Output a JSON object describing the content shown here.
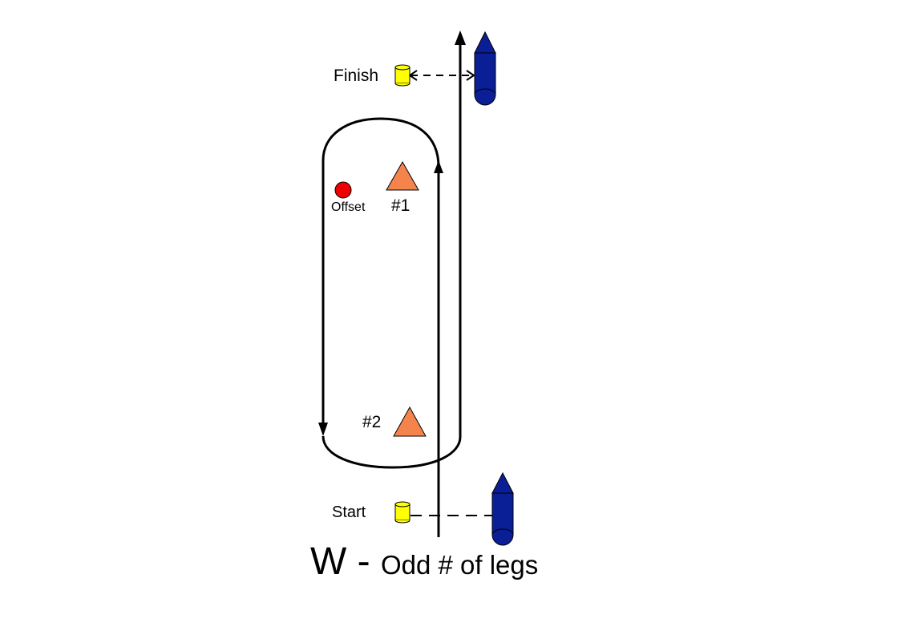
{
  "labels": {
    "finish": "Finish",
    "start": "Start",
    "offset": "Offset",
    "mark1": "#1",
    "mark2": "#2"
  },
  "title": {
    "prefix": "W - ",
    "main": "Odd # of legs"
  },
  "colors": {
    "mark": "#f5844c",
    "offset": "#ee0000",
    "buoy": "#ffff00",
    "committee_boat": "#0a1e96",
    "line": "#000000"
  },
  "icons": [
    "committee-boat-icon",
    "pin-buoy-icon",
    "mark-triangle-icon",
    "offset-mark-icon",
    "arrow-icon"
  ]
}
